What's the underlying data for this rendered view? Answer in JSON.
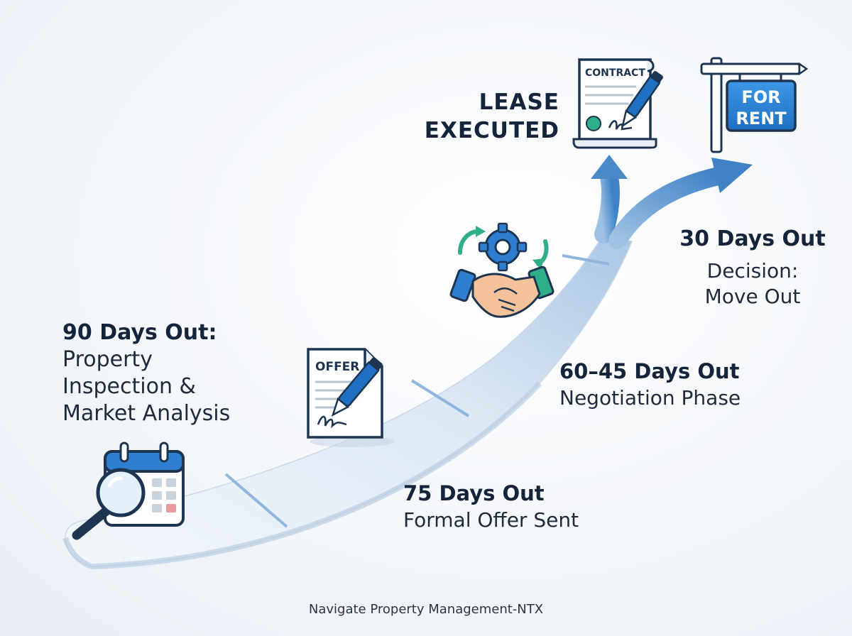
{
  "stages": {
    "s90": {
      "title": "90 Days Out:",
      "description": [
        "Property",
        "Inspection &",
        "Market Analysis"
      ]
    },
    "s75": {
      "title": "75 Days Out",
      "description": [
        "Formal Offer Sent"
      ]
    },
    "s6045": {
      "title": "60–45 Days Out",
      "description": [
        "Negotiation Phase"
      ]
    },
    "s30": {
      "title": "30 Days Out",
      "description": [
        "Decision:",
        "Move Out"
      ]
    },
    "lease": {
      "title_lines": [
        "LEASE",
        "EXECUTED"
      ]
    }
  },
  "icons": {
    "calendar": "calendar-magnifier-icon",
    "offer": "offer-document-icon",
    "handshake": "handshake-gear-icon",
    "contract": "contract-scroll-icon",
    "sign": "for-rent-sign-icon"
  },
  "icon_text": {
    "offer": "OFFER",
    "contract": "CONTRACT",
    "sign_line1": "FOR",
    "sign_line2": "RENT"
  },
  "footer": "Navigate Property Management-NTX",
  "colors": {
    "path_light": "#e3ecf6",
    "path_dark": "#9dbad8",
    "arrow": "#4a89c8",
    "accent_blue": "#2f7fd0",
    "accent_green": "#2fae8a",
    "text_dark": "#14243a"
  }
}
